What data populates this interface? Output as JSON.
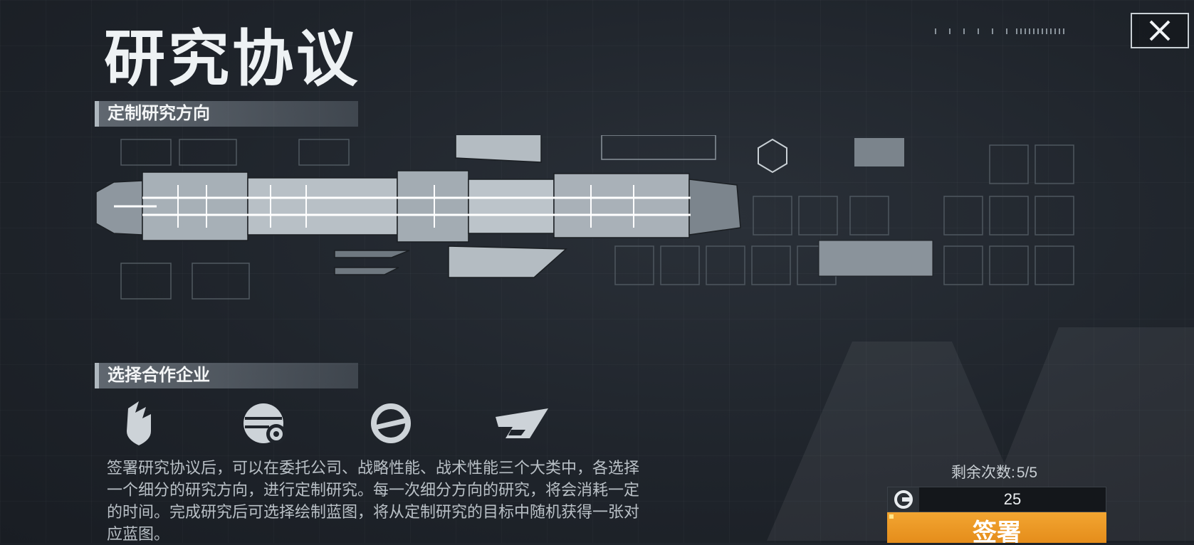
{
  "title": "研究协议",
  "close_icon": "close-x-icon",
  "sections": {
    "custom_research": "定制研究方向",
    "choose_company": "选择合作企业"
  },
  "companies": [
    {
      "icon": "flame-shield-logo-icon"
    },
    {
      "icon": "globe-gear-logo-icon"
    },
    {
      "icon": "circle-wing-logo-icon"
    },
    {
      "icon": "speed-wing-logo-icon"
    }
  ],
  "description": [
    "签署研究协议后，可以在委托公司、战略性能、战术性能三个大类中，各选择",
    "一个细分的研究方向，进行定制研究。每一次细分方向的研究，将会消耗一定",
    "的时间。完成研究后可选择绘制蓝图，将从定制研究的目标中随机获得一张对",
    "应蓝图。"
  ],
  "remaining": {
    "label": "剩余次数:",
    "value": "5/5"
  },
  "cost": {
    "icon": "research-token-icon",
    "value": "25"
  },
  "sign_button": "签署",
  "colors": {
    "accent": "#E8961F",
    "panel": "#1F242B",
    "header": "#8C959E"
  }
}
